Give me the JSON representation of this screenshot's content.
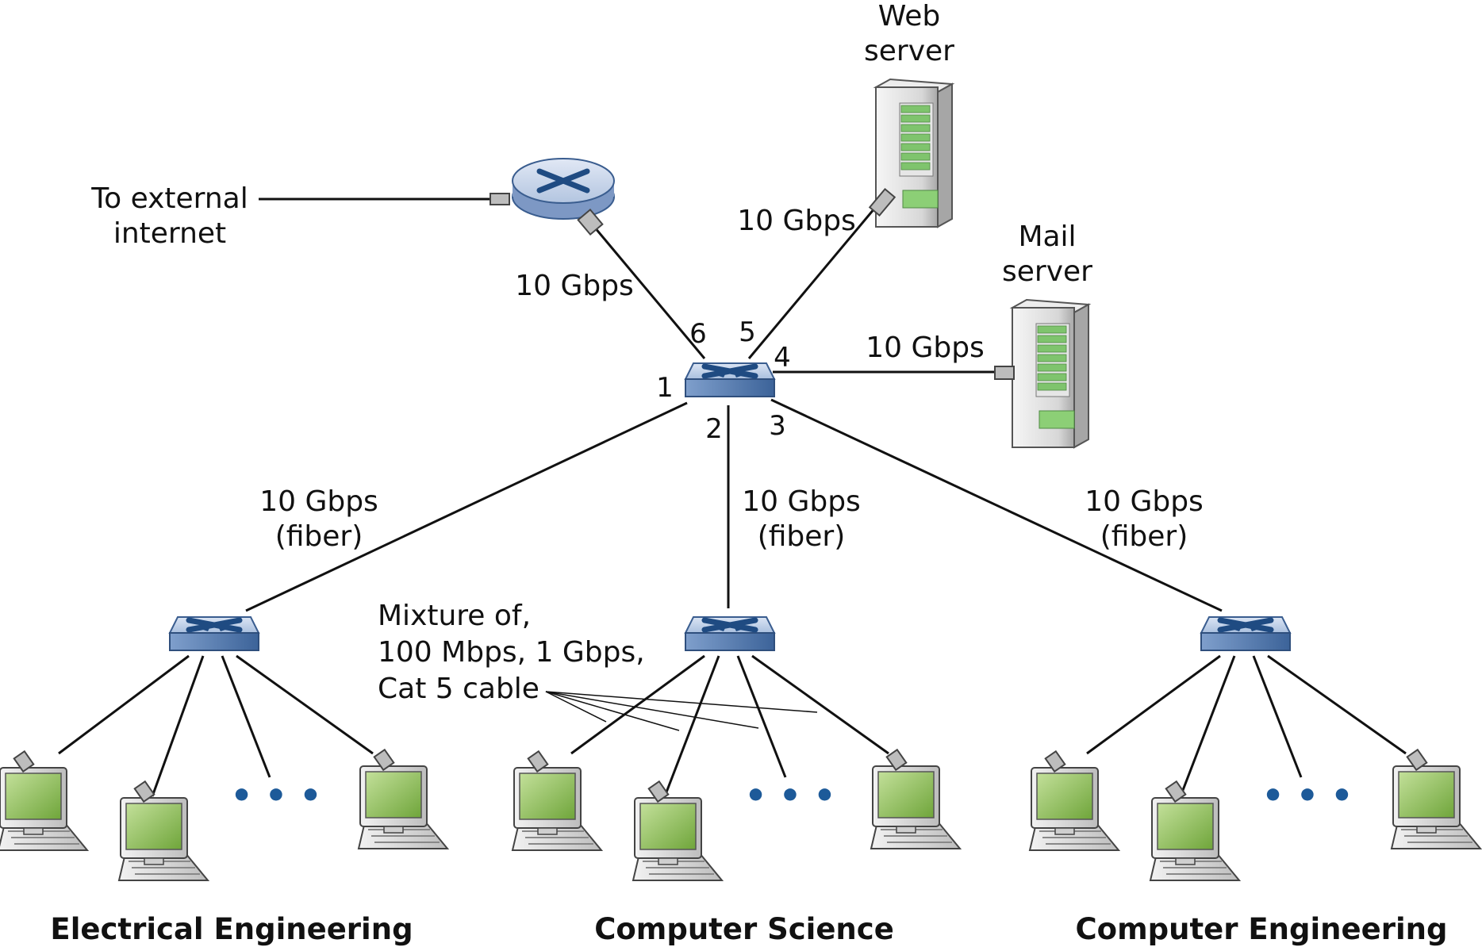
{
  "labels": {
    "web_server": [
      "Web",
      "server"
    ],
    "mail_server": [
      "Mail",
      "server"
    ],
    "external": [
      "To external",
      "internet"
    ],
    "cable_note": [
      "Mixture of,",
      "100 Mbps, 1 Gbps,",
      "Cat 5 cable"
    ]
  },
  "links": {
    "router_core": "10 Gbps",
    "web_core": "10 Gbps",
    "mail_core": "10 Gbps",
    "ee_core": [
      "10 Gbps",
      "(fiber)"
    ],
    "cs_core": [
      "10 Gbps",
      "(fiber)"
    ],
    "ce_core": [
      "10 Gbps",
      "(fiber)"
    ]
  },
  "ports": [
    "1",
    "2",
    "3",
    "4",
    "5",
    "6"
  ],
  "departments": [
    "Electrical Engineering",
    "Computer Science",
    "Computer Engineering"
  ],
  "ellipsis": "• • •",
  "colors": {
    "switch_top": "#c9d7ec",
    "switch_side": "#4d74ad",
    "switch_arrows": "#244f86",
    "screen": "#8fbf55",
    "server_rack": "#79c06a",
    "line": "#111111",
    "dots": "#1d5a99"
  }
}
